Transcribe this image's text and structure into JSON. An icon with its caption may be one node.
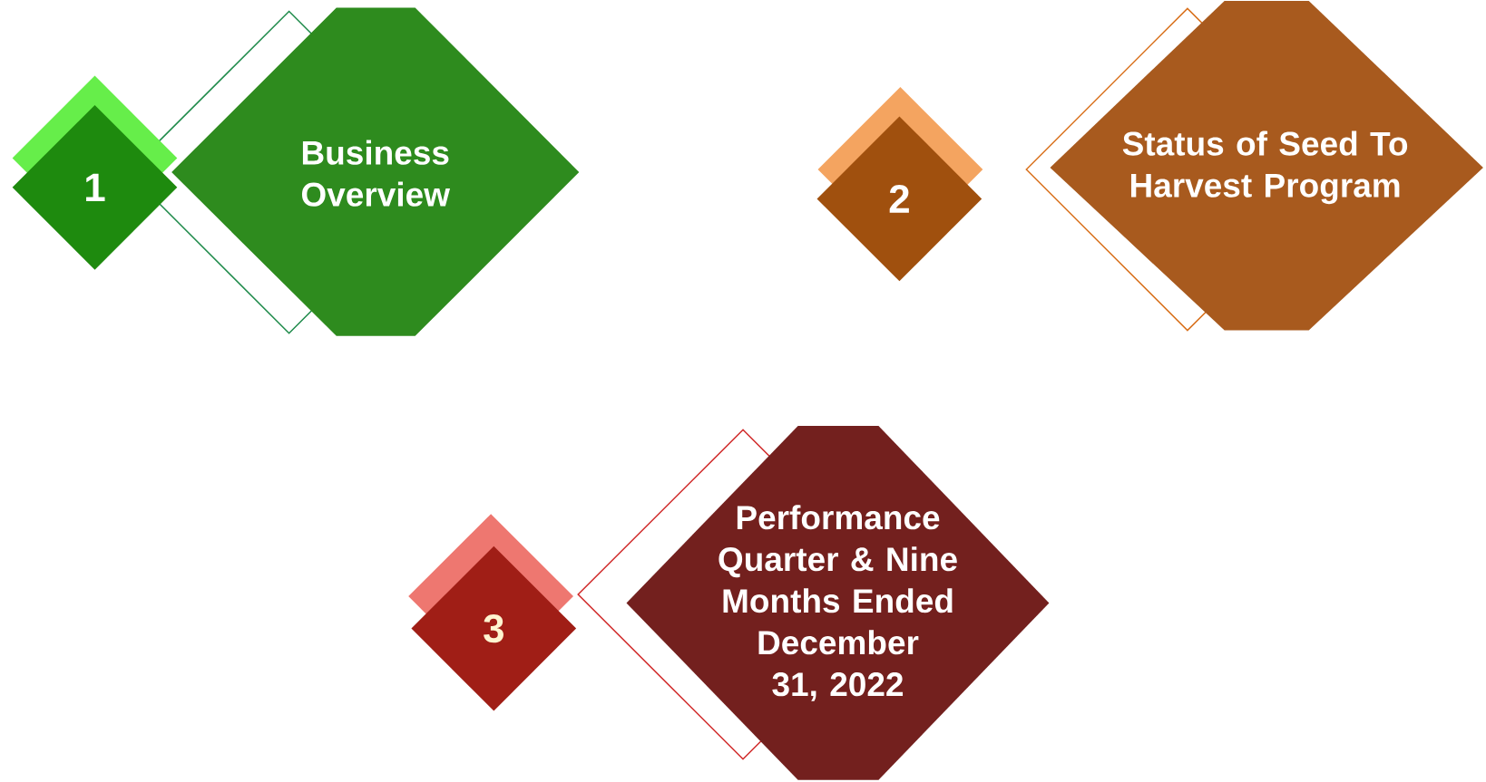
{
  "diagram": {
    "nodes": [
      {
        "text": [
          "1"
        ]
      },
      {
        "text": [
          "Business Overview"
        ]
      },
      {
        "text": [
          "2"
        ]
      },
      {
        "text": [
          "Status of Seed To Harvest Program"
        ]
      },
      {
        "text": [
          "3"
        ]
      },
      {
        "text": [
          "Performance Quarter & Nine Months Ended December 31, 2022"
        ]
      }
    ]
  }
}
